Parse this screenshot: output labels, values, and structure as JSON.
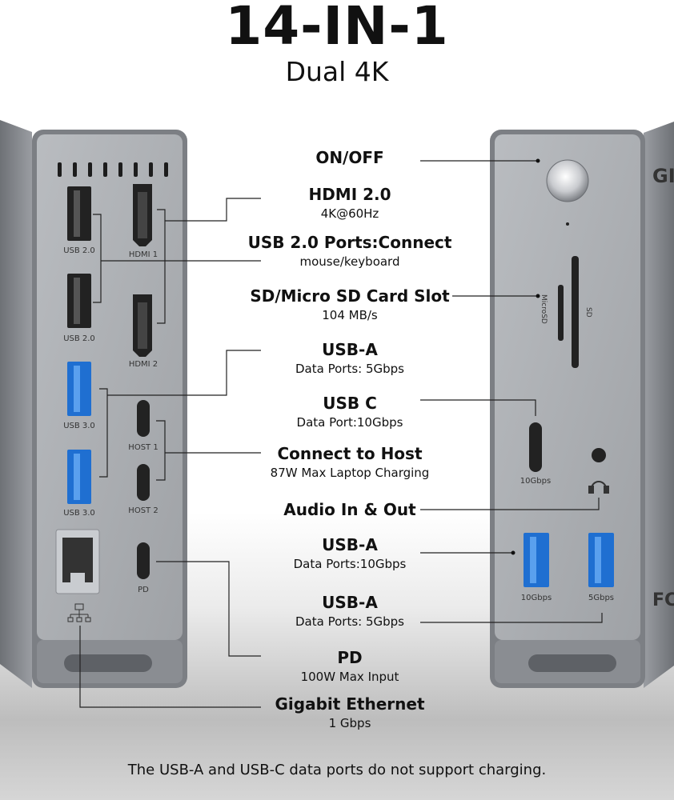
{
  "title": "14-IN-1",
  "subtitle": "Dual 4K",
  "callouts": [
    {
      "heading": "ON/OFF",
      "detail": ""
    },
    {
      "heading": "HDMI 2.0",
      "detail": "4K@60Hz"
    },
    {
      "heading": "USB 2.0 Ports:Connect",
      "detail": "mouse/keyboard"
    },
    {
      "heading": "SD/Micro SD Card Slot",
      "detail": "104 MB/s"
    },
    {
      "heading": "USB-A",
      "detail": "Data Ports: 5Gbps"
    },
    {
      "heading": "USB C",
      "detail": "Data Port:10Gbps"
    },
    {
      "heading": "Connect to Host",
      "detail": "87W Max Laptop Charging"
    },
    {
      "heading": "Audio In & Out",
      "detail": ""
    },
    {
      "heading": "USB-A",
      "detail": "Data Ports:10Gbps"
    },
    {
      "heading": "USB-A",
      "detail": "Data Ports: 5Gbps"
    },
    {
      "heading": "PD",
      "detail": "100W Max Input"
    },
    {
      "heading": "Gigabit Ethernet",
      "detail": "1 Gbps"
    }
  ],
  "left_ports": {
    "usb20": "USB 2.0",
    "hdmi1": "HDMI 1",
    "hdmi2": "HDMI 2",
    "usb30": "USB 3.0",
    "host1": "HOST 1",
    "host2": "HOST 2",
    "pd": "PD"
  },
  "right_ports": {
    "microsd": "MicroSD",
    "sd": "SD",
    "usbc": "10Gbps",
    "usba_fast": "10Gbps",
    "usba_slow": "5Gbps",
    "brand": "GI",
    "fcc": "FC"
  },
  "icons": [
    "power-button-icon",
    "ethernet-icon",
    "headphone-icon"
  ],
  "colors": {
    "usb3_blue": "#1f6fd1",
    "device_gray": "#8e9196",
    "panel_gray": "#a9acb0"
  },
  "footnote": "The USB-A and USB-C data ports do not support charging."
}
